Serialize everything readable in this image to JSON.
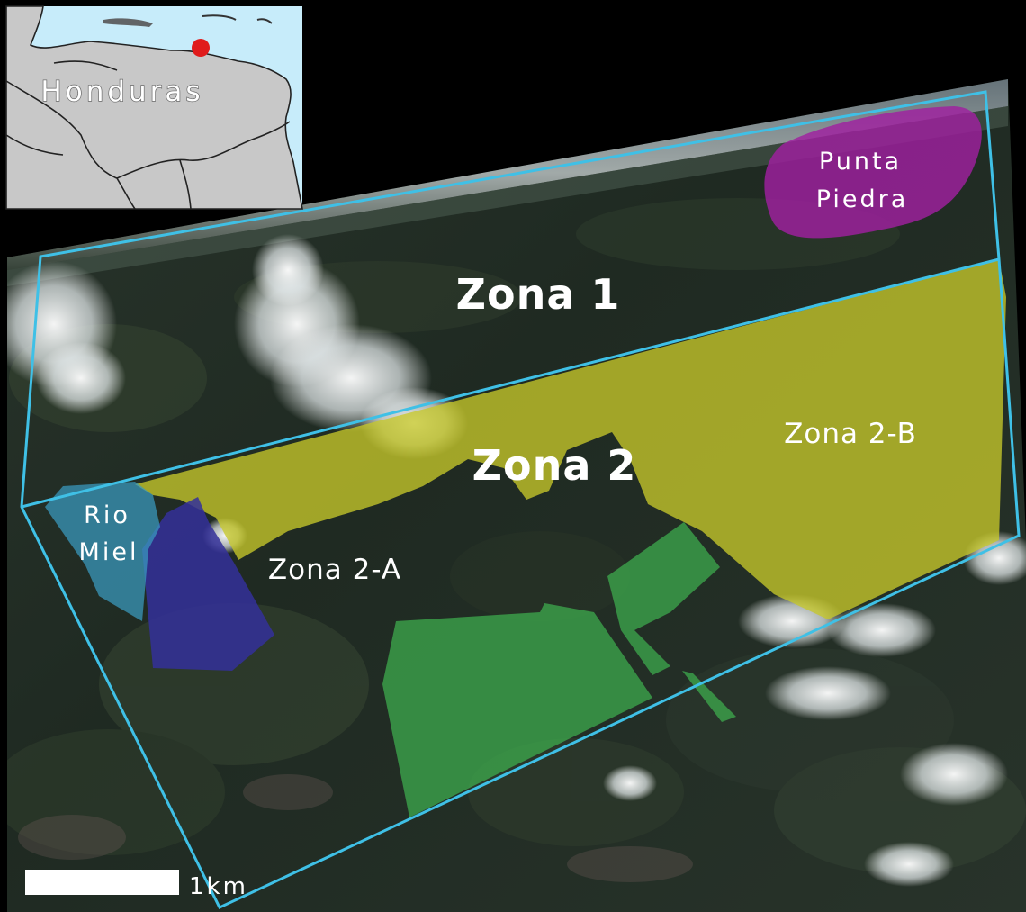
{
  "map": {
    "zones": {
      "zona_1": "Zona 1",
      "zona_2": "Zona 2",
      "zona_2a": "Zona 2-A",
      "zona_2b": "Zona 2-B"
    },
    "places": {
      "punta_piedra_line1": "Punta",
      "punta_piedra_line2": "Piedra",
      "rio_miel_line1": "Rio",
      "rio_miel_line2": "Miel"
    },
    "inset": {
      "country": "Honduras"
    },
    "scale_bar": {
      "label": "1km"
    },
    "colors": {
      "background": "#000000",
      "satellite_dark": "#1f2a22",
      "study_area_outline": "#3fc0e6",
      "zona_2_fill": "#c7c82a",
      "punta_piedra_fill": "#a020a0",
      "rio_miel_fill": "#3a9bc0",
      "purple_parcel_fill": "#34309a",
      "green_parcel_fill": "#3fb04f",
      "inset_water": "#c7ecfa",
      "inset_land": "#c8c8c8",
      "inset_marker": "#e01b1b"
    }
  }
}
